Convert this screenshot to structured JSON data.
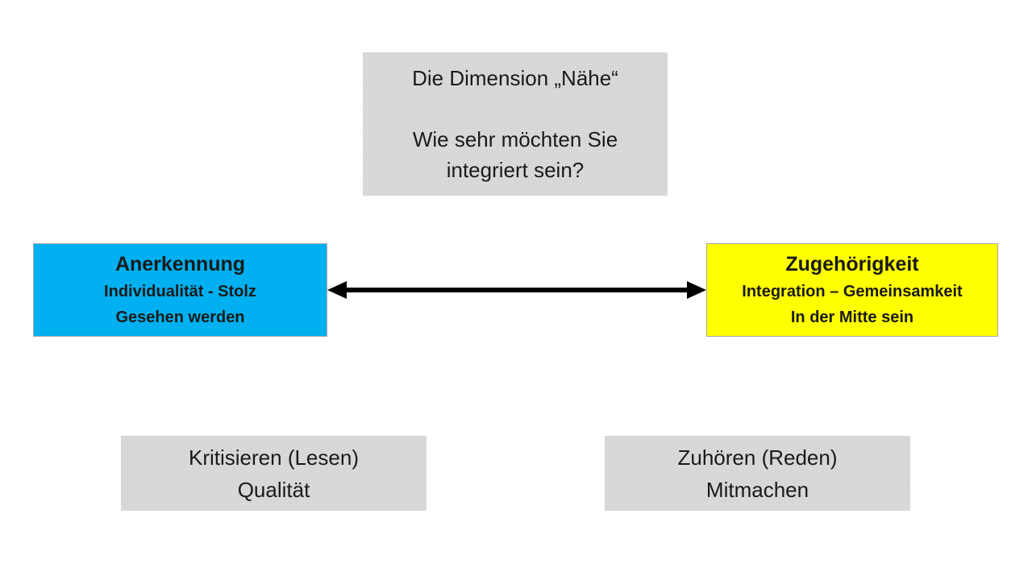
{
  "colors": {
    "background": "#ffffff",
    "gray_box_fill": "#d9d9d9",
    "blue_box_fill": "#00b0f0",
    "yellow_box_fill": "#ffff00",
    "box_border": "#a6a6a6",
    "text": "#1a1a1a",
    "arrow": "#000000"
  },
  "top_box": {
    "line1": "Die Dimension „Nähe“",
    "line2": "Wie sehr möchten Sie",
    "line3": "integriert sein?"
  },
  "left_box": {
    "title": "Anerkennung",
    "line1": "Individualität - Stolz",
    "line2": "Gesehen werden"
  },
  "right_box": {
    "title": "Zugehörigkeit",
    "line1": "Integration – Gemeinsamkeit",
    "line2": "In der Mitte sein"
  },
  "bottom_left_box": {
    "line1": "Kritisieren (Lesen)",
    "line2": "Qualität"
  },
  "bottom_right_box": {
    "line1": "Zuhören (Reden)",
    "line2": "Mitmachen"
  },
  "arrow": {
    "kind": "double-headed-horizontal"
  }
}
